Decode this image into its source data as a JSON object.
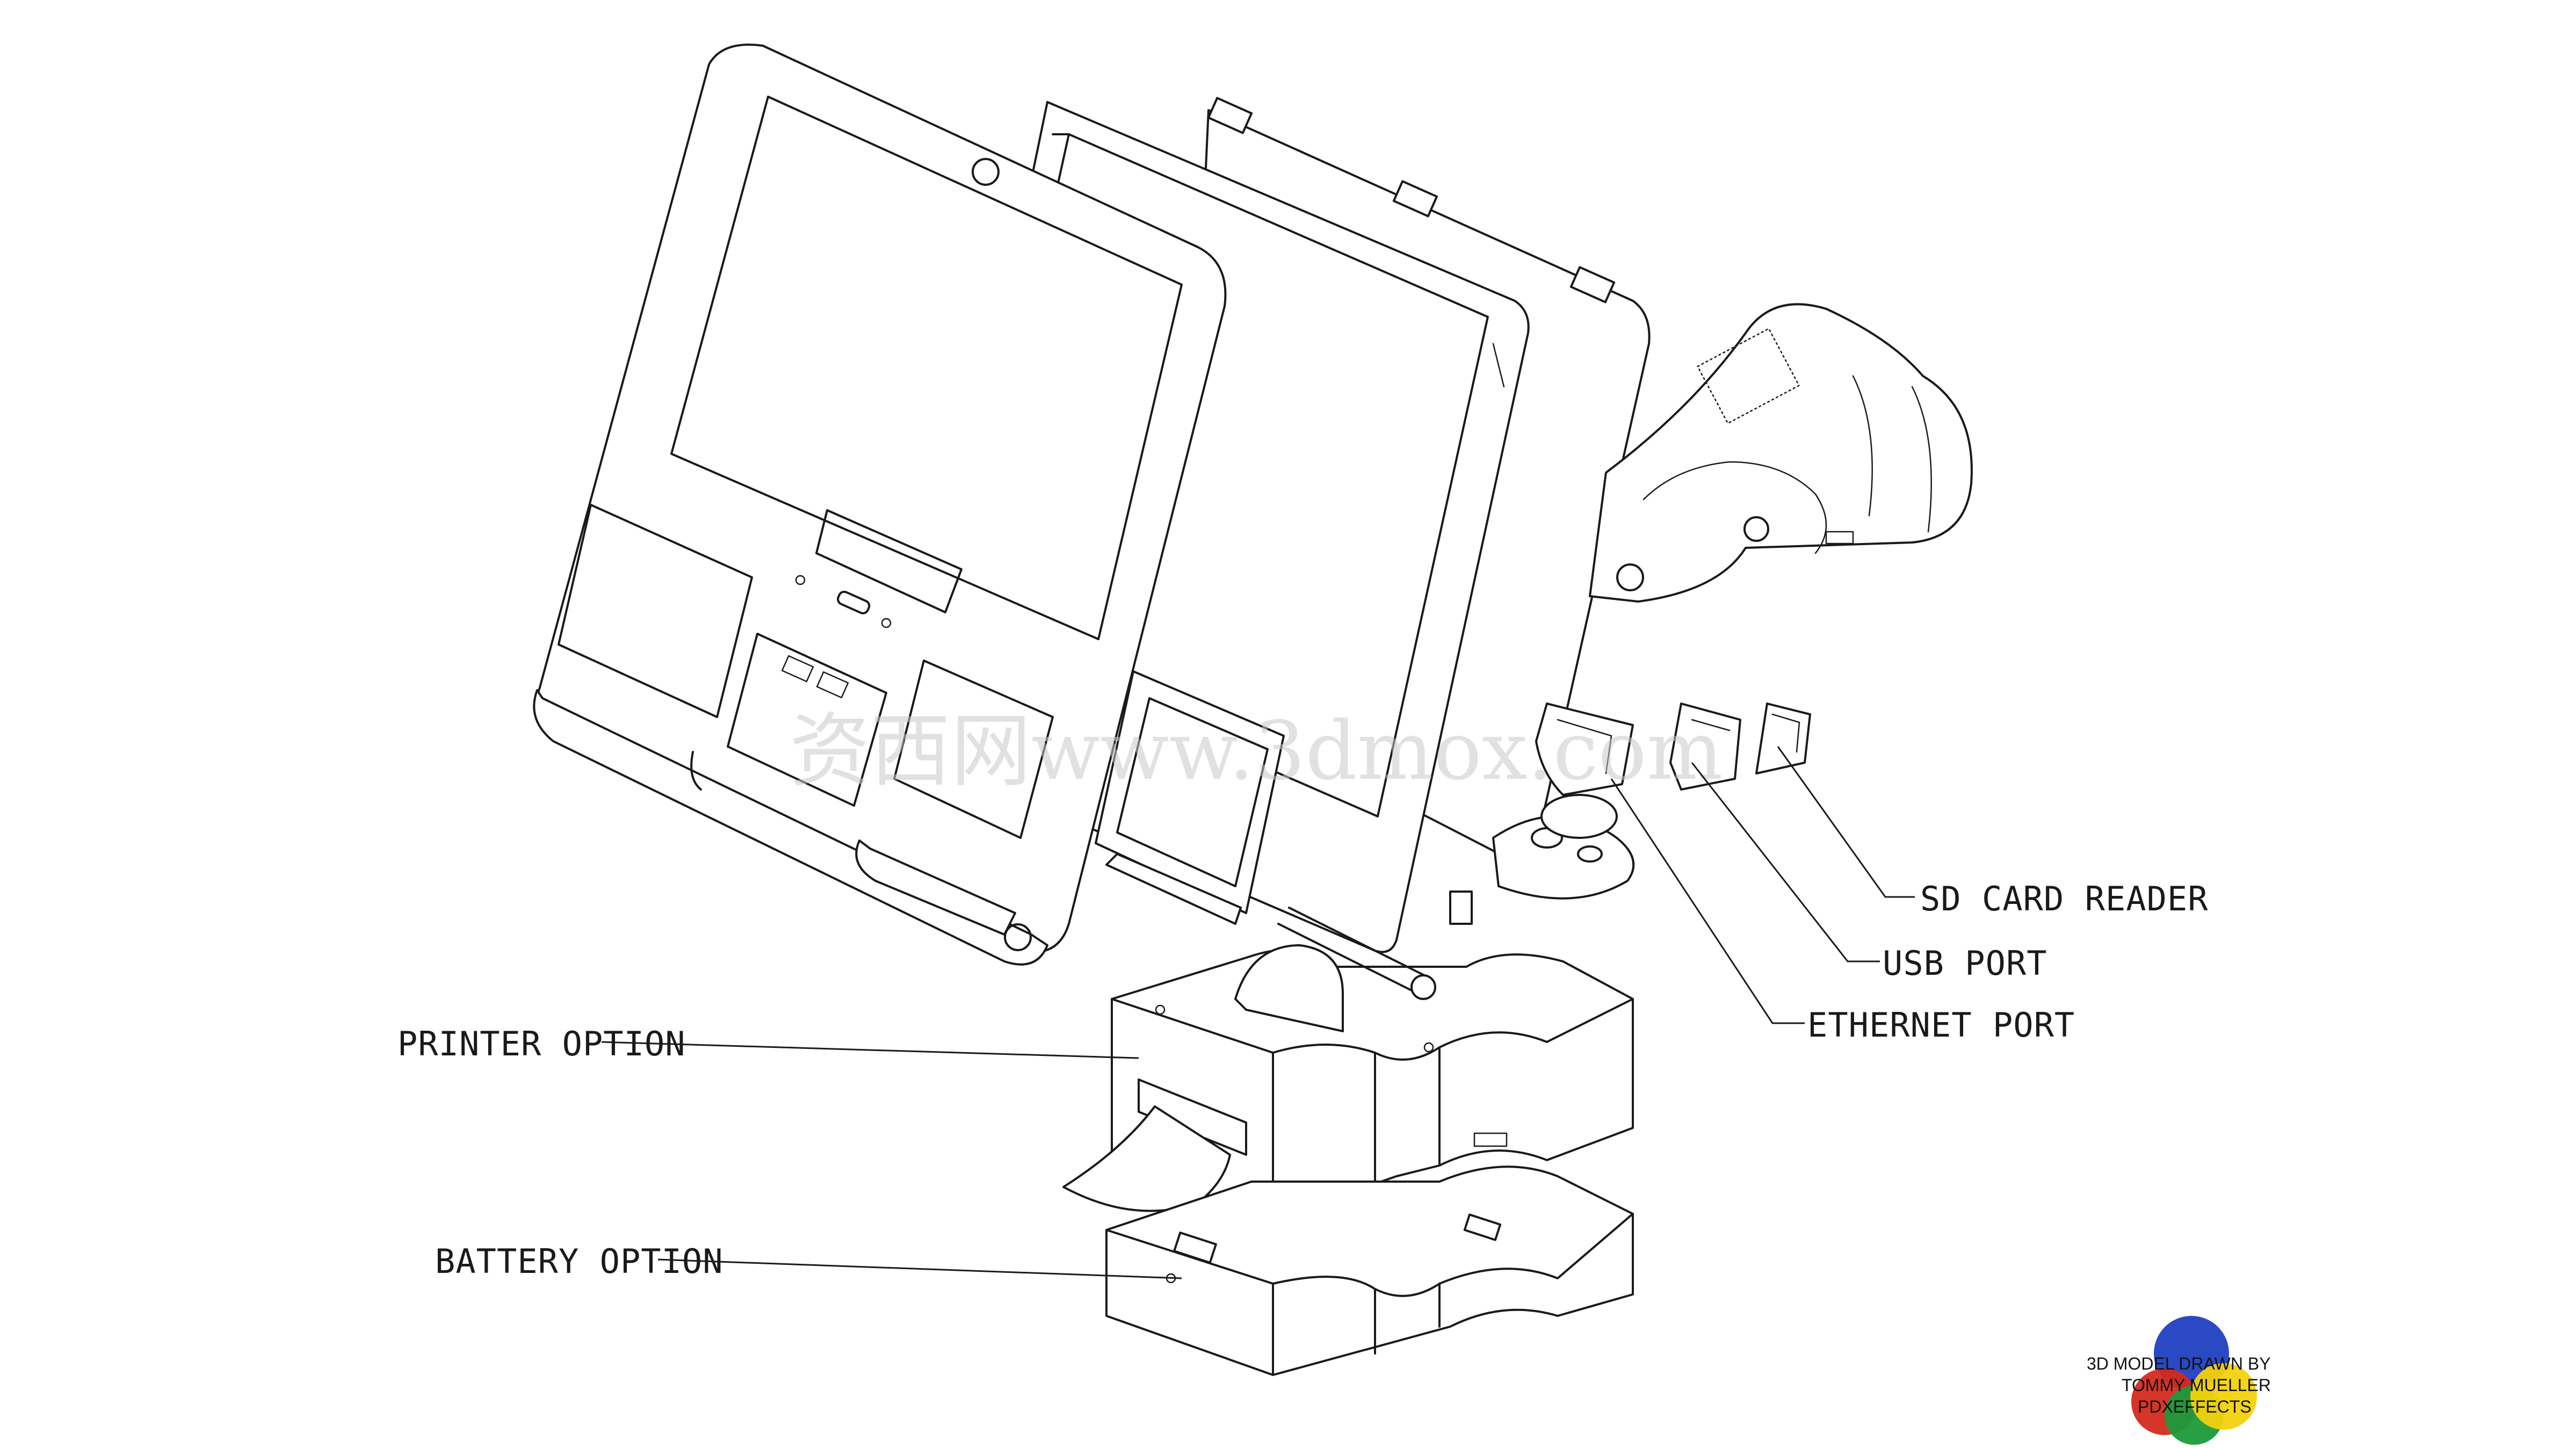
{
  "callouts": {
    "sd_card_reader": "SD CARD READER",
    "usb_port": "USB PORT",
    "ethernet_port": "ETHERNET PORT",
    "printer_option": "PRINTER OPTION",
    "battery_option": "BATTERY OPTION"
  },
  "watermark": "资西网www.3dmox.com",
  "credit": {
    "line1": "3D MODEL DRAWN BY",
    "line2": "TOMMY MUELLER",
    "line3": "PDXEFFECTS"
  },
  "colors": {
    "logo_blue": "#1f3fbf",
    "logo_red": "#d42a1e",
    "logo_green": "#1e9a3a",
    "logo_yellow": "#f2d20c"
  }
}
